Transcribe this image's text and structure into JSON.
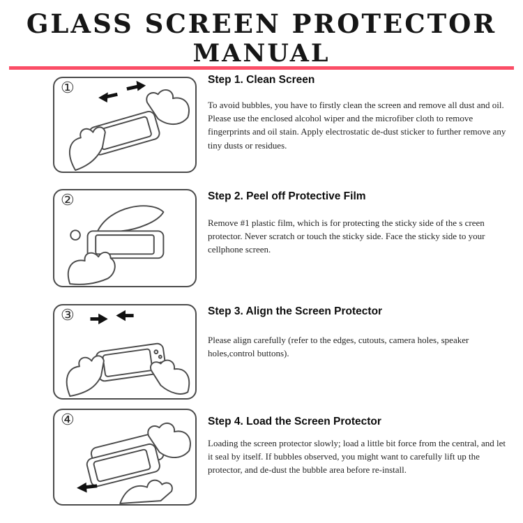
{
  "title": {
    "line1": "GLASS SCREEN PROTECTOR",
    "line2": "MANUAL"
  },
  "divider_color": "#fb4d66",
  "steps": [
    {
      "num": "①",
      "heading": "Step 1. Clean Screen",
      "body": "To avoid bubbles, you have to firstly clean the screen and remove all dust and oil. Please use the enclosed alcohol wiper and the microfiber cloth to remove fingerprints and oil stain. Apply electrostatic de-dust sticker to further remove any tiny dusts or residues."
    },
    {
      "num": "②",
      "heading": "Step 2. Peel off Protective Film",
      "body": "Remove #1 plastic film, which is for protecting the sticky side of the s creen protector. Never scratch or touch the sticky side. Face the sticky side to your cellphone screen."
    },
    {
      "num": "③",
      "heading": "Step 3. Align the Screen Protector",
      "body": "Please align carefully (refer to the edges, cutouts, camera holes, speaker holes,control buttons)."
    },
    {
      "num": "④",
      "heading": "Step 4. Load the Screen Protector",
      "body": "Loading the screen protector slowly; load a little bit force from the central, and let it seal by itself. If bubbles observed, you might want to carefully lift up the protector, and de-dust the bubble area before re-install."
    }
  ]
}
